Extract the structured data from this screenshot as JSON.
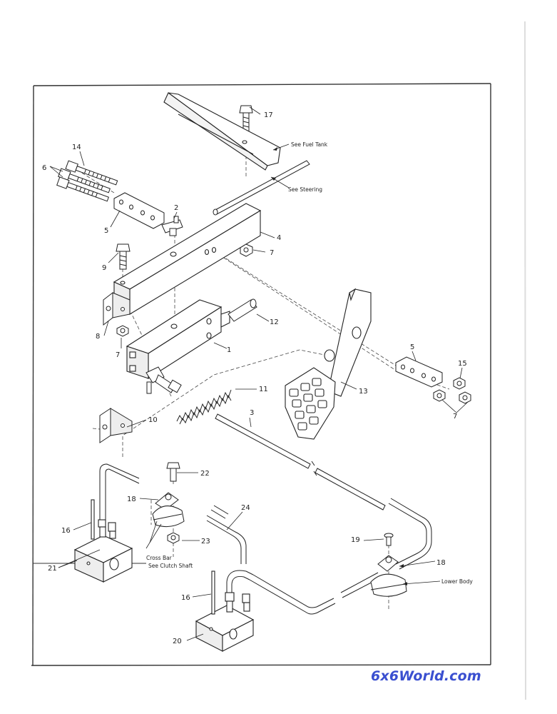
{
  "diagram": {
    "callouts": {
      "c1": "1",
      "c2": "2",
      "c3": "3",
      "c4": "4",
      "c5a": "5",
      "c5b": "5",
      "c6": "6",
      "c7a": "7",
      "c7b": "7",
      "c7c": "7",
      "c8": "8",
      "c9": "9",
      "c10": "10",
      "c11": "11",
      "c12": "12",
      "c13": "13",
      "c14": "14",
      "c15": "15",
      "c16a": "16",
      "c16b": "16",
      "c17": "17",
      "c18a": "18",
      "c18b": "18",
      "c19": "19",
      "c20": "20",
      "c21": "21",
      "c22": "22",
      "c23": "23",
      "c24": "24"
    },
    "notes": {
      "fuel_tank": "See Fuel Tank",
      "steering": "See Steering",
      "cross_bar": "Cross Bar",
      "clutch_shaft": "See Clutch Shaft",
      "lower_body": "Lower Body"
    }
  },
  "watermark": {
    "text": "6x6World.com",
    "color": "#3a4fd0"
  }
}
